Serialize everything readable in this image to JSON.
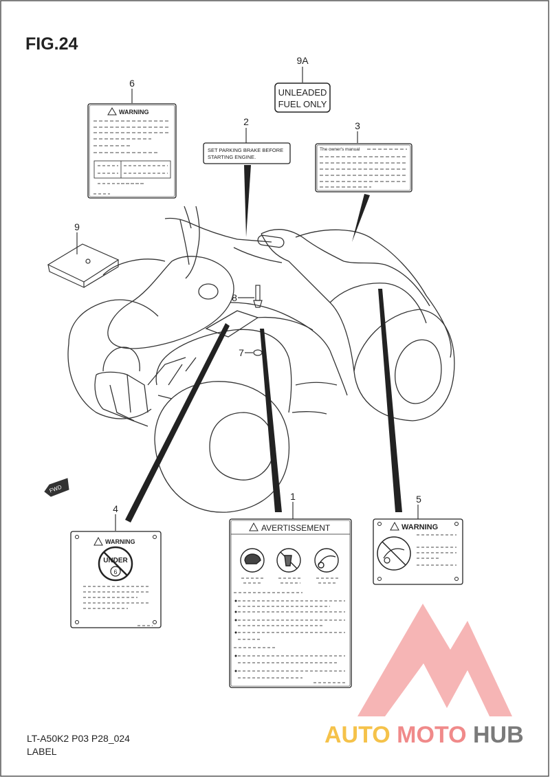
{
  "figure": {
    "title": "FIG.24",
    "code": "LT-A50K2 P03 P28_024",
    "name": "LABEL"
  },
  "callouts": [
    "1",
    "2",
    "3",
    "4",
    "5",
    "6",
    "7",
    "8",
    "9",
    "9A"
  ],
  "labels": {
    "fuel_line1": "UNLEADED",
    "fuel_line2": "FUEL ONLY",
    "brake_line1": "SET PARKING BRAKE BEFORE",
    "brake_line2": "STARTING ENGINE.",
    "manual": "The owner's manual",
    "warning": "WARNING",
    "avertissement": "AVERTISSEMENT",
    "under": "UNDER",
    "age": "6",
    "fwd": "FWD"
  },
  "watermark": {
    "text_auto": "AUTO",
    "text_moto": "MOTO",
    "text_hub": "HUB",
    "colors": {
      "auto": "#f5c24a",
      "moto": "#f08a8a",
      "hub": "#7a7a7a",
      "mark": "#f07c7c"
    }
  },
  "colors": {
    "line": "#333333",
    "border": "#222222"
  }
}
